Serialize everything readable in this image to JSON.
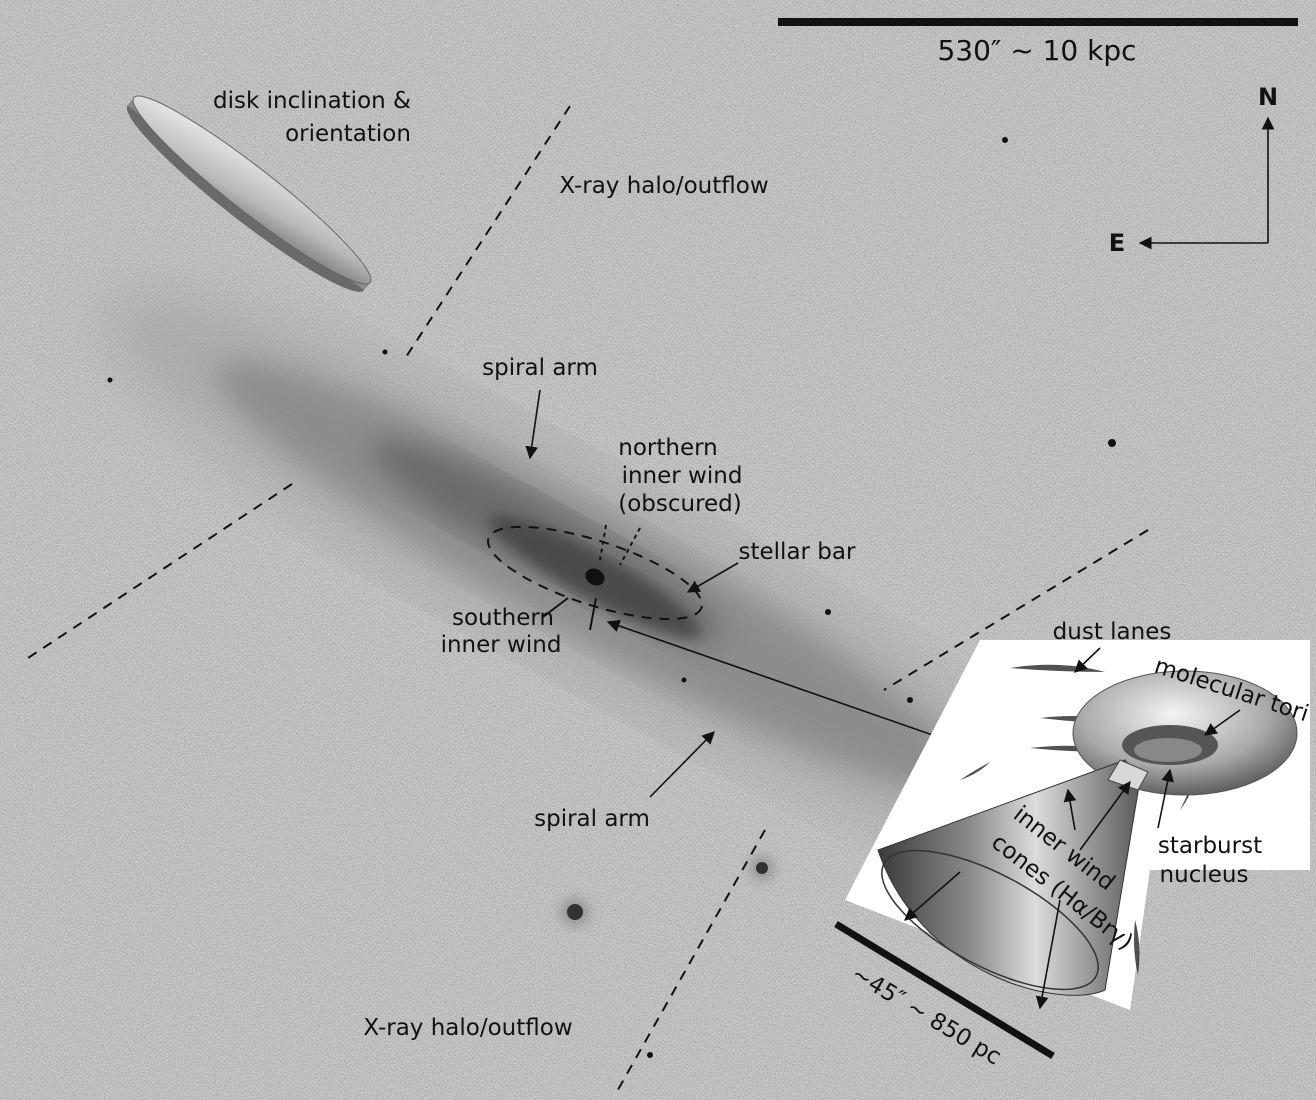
{
  "scale_bar_label": "530″ ~ 10 kpc",
  "compass": {
    "north": "N",
    "east": "E"
  },
  "labels": {
    "disk_line1": "disk inclination &",
    "disk_line2": "orientation",
    "xray_top": "X-ray halo/outflow",
    "xray_bottom": "X-ray halo/outflow",
    "spiral_arm_top": "spiral arm",
    "spiral_arm_bottom": "spiral arm",
    "northern_line1": "northern",
    "northern_line2": "inner wind",
    "northern_line3": "(obscured)",
    "stellar_bar": "stellar bar",
    "southern_line1": "southern",
    "southern_line2": "inner wind",
    "dust_lanes": "dust lanes",
    "molecular_tori": "molecular tori",
    "inner_wind_line1": "inner wind",
    "inner_wind_line2": "cones (Hα/Brγ)",
    "starburst_line1": "starburst",
    "starburst_line2": "nucleus",
    "inset_scale": "~45″ ~ 850 pc"
  },
  "colors": {
    "sky": "#e6e6e6",
    "ink": "#111111",
    "galaxy": "#555555"
  }
}
